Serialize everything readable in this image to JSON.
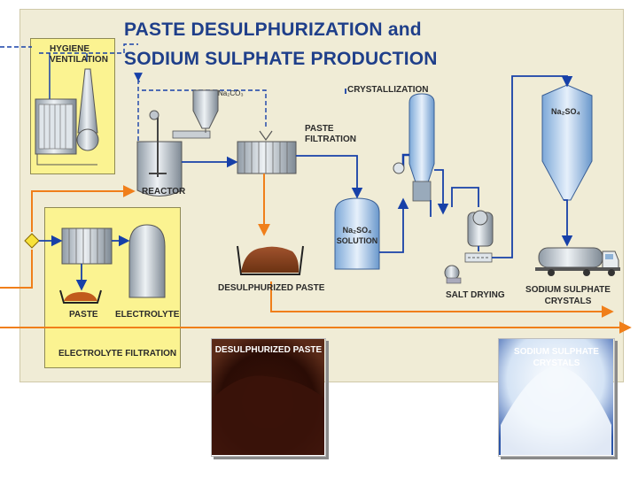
{
  "title_line1": "PASTE DESULPHURIZATION and",
  "title_line2": "SODIUM SULPHATE PRODUCTION",
  "labels": {
    "hygiene_line1": "HYGIENE",
    "hygiene_line2": "VENTILATION",
    "na2co3": "Na₂CO₃",
    "reactor": "REACTOR",
    "paste_filtration_line1": "PASTE",
    "paste_filtration_line2": "FILTRATION",
    "crystallization": "CRYSTALLIZATION",
    "na2so4_silo": "Na₂SO₄",
    "na2so4_solution_line1": "Na₂SO₄",
    "na2so4_solution_line2": "SOLUTION",
    "desulphurized_paste": "DESULPHURIZED PASTE",
    "salt_drying": "SALT DRYING",
    "sodium_sulphate_line1": "SODIUM SULPHATE",
    "sodium_sulphate_line2": "CRYSTALS",
    "paste": "PASTE",
    "electrolyte": "ELECTROLYTE",
    "electrolyte_filtration": "ELECTROLYTE FILTRATION"
  },
  "photos": {
    "paste_caption": "DESULPHURIZED PASTE",
    "crystals_caption_line1": "SODIUM SULPHATE",
    "crystals_caption_line2": "CRYSTALS"
  },
  "colors": {
    "title": "#1f3f8a",
    "flow_blue": "#1740a8",
    "flow_orange": "#f07f1a",
    "box_yellow": "#fbf391",
    "panel": "#f0ecd6"
  }
}
